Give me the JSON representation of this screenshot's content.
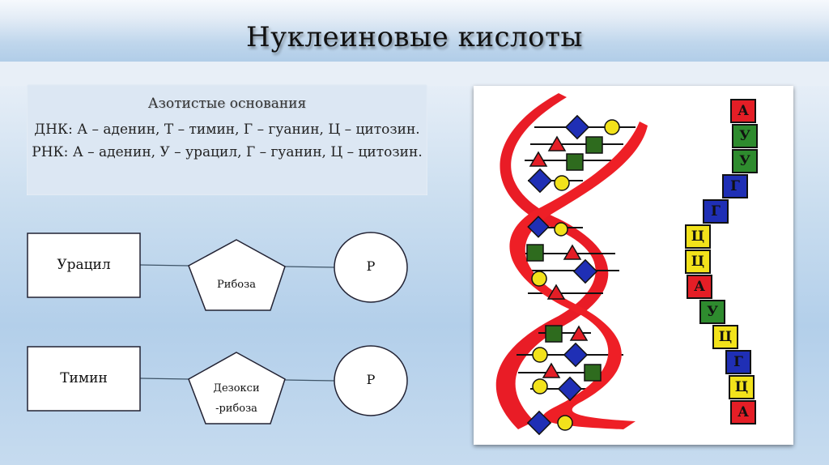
{
  "header": {
    "title": "Нуклеиновые кислоты"
  },
  "info": {
    "heading": "Азотистые основания",
    "dna_key": "ДНК:",
    "dna_text": " А – аденин, Т – тимин, Г – гуанин, Ц – цитозин.",
    "rna_key": "РНК:",
    "rna_text": " А – аденин, У – урацил, Г – гуанин, Ц – цитозин."
  },
  "rna_nucleotide": {
    "base": "Урацил",
    "sugar": "Рибоза",
    "phosphate": "P"
  },
  "dna_nucleotide": {
    "base": "Тимин",
    "sugar_line1": "Дезокси",
    "sugar_line2": "-рибоза",
    "phosphate": "P"
  },
  "illustration": {
    "rna_strand": [
      "А",
      "У",
      "У",
      "Г",
      "Г",
      "Ц",
      "Ц",
      "А",
      "У",
      "Ц",
      "Г",
      "Ц",
      "А"
    ],
    "colors": {
      "А": "#e41e26",
      "У": "#2e8b2e",
      "Г": "#1f2fb5",
      "Ц": "#f2e21b",
      "backbone": "#e8101a"
    }
  }
}
